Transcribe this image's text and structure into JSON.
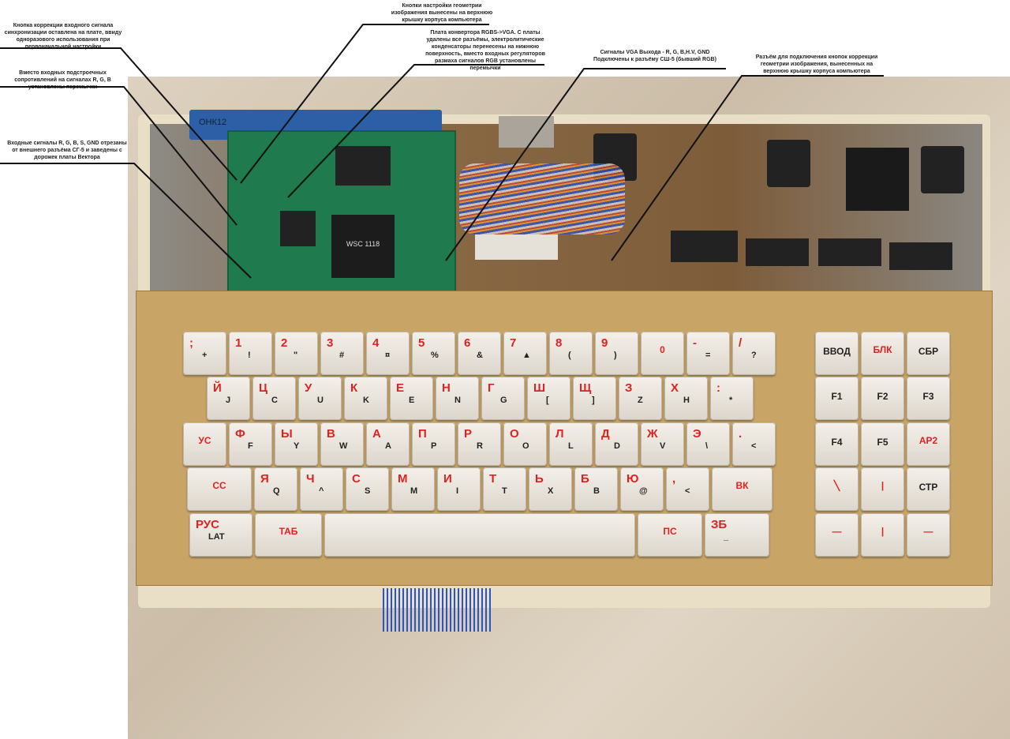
{
  "annotations": [
    "Кнопка коррекции входного сигнала синхронизации оставлена на плате, ввиду одноразового использования при первоначальной настройки",
    "Вместо входных подстроечных сопротивлений на сигналах R, G, B установлены перемычки",
    "Входные сигналы R, G, B, S, GND отрезаны от внешнего разъёма СГ-5 и заведены с дорожек платы Вектора",
    "Кнопки настройки геометрии изображения вынесены на верхнюю крышку корпуса компьютера",
    "Плата конвертора RGBS->VGA. С платы удалены все разъёмы, электролитические конденсаторы перенесены на нижнюю поверхность, вместо входных регуляторов размаха сигналов RGB установлены перемычки",
    "Сигналы VGA Выхода - R, G, B,H.V, GND Подключены к разъёму СШ-5 (бывший RGB)",
    "Разъём для подключения кнопок коррекции геометрии изображения, вынесенных на верхнюю крышку корпуса компьютера"
  ],
  "pcb_labels": {
    "chip": "WSC 1118",
    "connector": "ОНК12"
  },
  "keyboard": {
    "rows": [
      [
        [
          ";",
          "+"
        ],
        [
          "1",
          "!"
        ],
        [
          "2",
          "\""
        ],
        [
          "3",
          "#"
        ],
        [
          "4",
          "¤"
        ],
        [
          "5",
          "%"
        ],
        [
          "6",
          "&"
        ],
        [
          "7",
          "▲"
        ],
        [
          "8",
          "("
        ],
        [
          "9",
          ")"
        ],
        [
          "0",
          ""
        ],
        [
          "-",
          "="
        ],
        [
          "/",
          "?"
        ]
      ],
      [
        [
          "Й",
          "J"
        ],
        [
          "Ц",
          "C"
        ],
        [
          "У",
          "U"
        ],
        [
          "К",
          "K"
        ],
        [
          "Е",
          "E"
        ],
        [
          "Н",
          "N"
        ],
        [
          "Г",
          "G"
        ],
        [
          "Ш",
          "["
        ],
        [
          "Щ",
          "]"
        ],
        [
          "З",
          "Z"
        ],
        [
          "Х",
          "H"
        ],
        [
          ":",
          "*"
        ]
      ],
      [
        [
          "УС",
          ""
        ],
        [
          "Ф",
          "F"
        ],
        [
          "Ы",
          "Y"
        ],
        [
          "В",
          "W"
        ],
        [
          "А",
          "A"
        ],
        [
          "П",
          "P"
        ],
        [
          "Р",
          "R"
        ],
        [
          "О",
          "O"
        ],
        [
          "Л",
          "L"
        ],
        [
          "Д",
          "D"
        ],
        [
          "Ж",
          "V"
        ],
        [
          "Э",
          "\\"
        ],
        [
          ".",
          "<"
        ]
      ],
      [
        [
          "СС",
          ""
        ],
        [
          "Я",
          "Q"
        ],
        [
          "Ч",
          "^"
        ],
        [
          "С",
          "S"
        ],
        [
          "М",
          "M"
        ],
        [
          "И",
          "I"
        ],
        [
          "Т",
          "T"
        ],
        [
          "Ь",
          "X"
        ],
        [
          "Б",
          "B"
        ],
        [
          "Ю",
          "@"
        ],
        [
          ",",
          "<"
        ],
        [
          "ВК",
          ""
        ]
      ],
      [
        [
          "РУС",
          "LAT"
        ],
        [
          "ТАБ",
          ""
        ],
        [
          "",
          ""
        ],
        [
          "ПС",
          ""
        ],
        [
          "ЗБ",
          "_"
        ]
      ]
    ],
    "right": [
      [
        "ВВОД",
        "БЛК",
        "СБР"
      ],
      [
        "F1",
        "F2",
        "F3"
      ],
      [
        "F4",
        "F5",
        "АР2"
      ],
      [
        "╲",
        "|",
        "СТР"
      ],
      [
        "—",
        "|",
        "—"
      ]
    ]
  }
}
